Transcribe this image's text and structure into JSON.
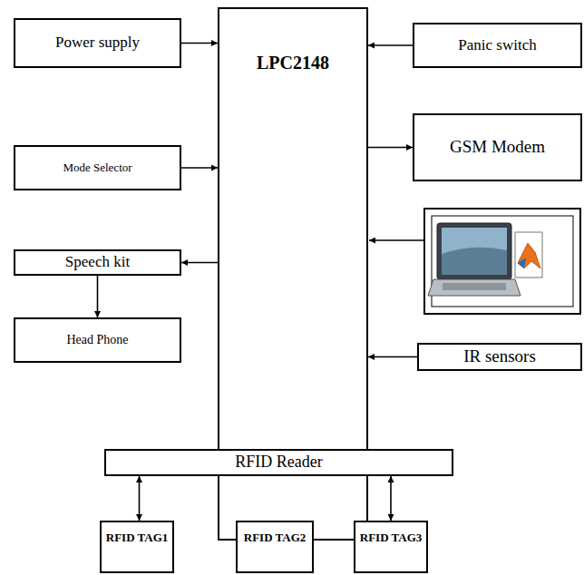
{
  "diagram": {
    "nodes": [
      {
        "text": [
          "Power supply"
        ]
      },
      {
        "text": [
          "LPC2148"
        ]
      },
      {
        "text": [
          "Panic switch"
        ]
      },
      {
        "text": [
          "Mode Selector"
        ]
      },
      {
        "text": [
          "GSM Modem"
        ]
      },
      {
        "text": [
          "Speech kit"
        ]
      },
      {
        "text": [
          "Head Phone"
        ]
      },
      {
        "text": [
          "IR sensors"
        ]
      },
      {
        "text": [
          "RFID Reader"
        ]
      },
      {
        "text": [
          "RFID TAG1"
        ]
      },
      {
        "text": [
          "RFID TAG2"
        ]
      },
      {
        "text": [
          "RFID TAG3"
        ]
      }
    ],
    "edges": [
      {
        "from": 0,
        "to": 1,
        "arrow": "to"
      },
      {
        "from": 2,
        "to": 1,
        "arrow": "to"
      },
      {
        "from": 3,
        "to": 1,
        "arrow": "to"
      },
      {
        "from": 1,
        "to": 4,
        "arrow": "to"
      },
      {
        "from": 1,
        "to": 5,
        "arrow": "to"
      },
      {
        "from": 5,
        "to": 6,
        "arrow": "to"
      },
      {
        "from": 7,
        "to": 1,
        "arrow": "to"
      },
      {
        "from": 1,
        "to": 8,
        "arrow": "both"
      },
      {
        "from": 8,
        "to": 9,
        "arrow": "both"
      },
      {
        "from": 8,
        "to": 10,
        "arrow": "both"
      },
      {
        "from": 8,
        "to": 11,
        "arrow": "both"
      }
    ]
  }
}
